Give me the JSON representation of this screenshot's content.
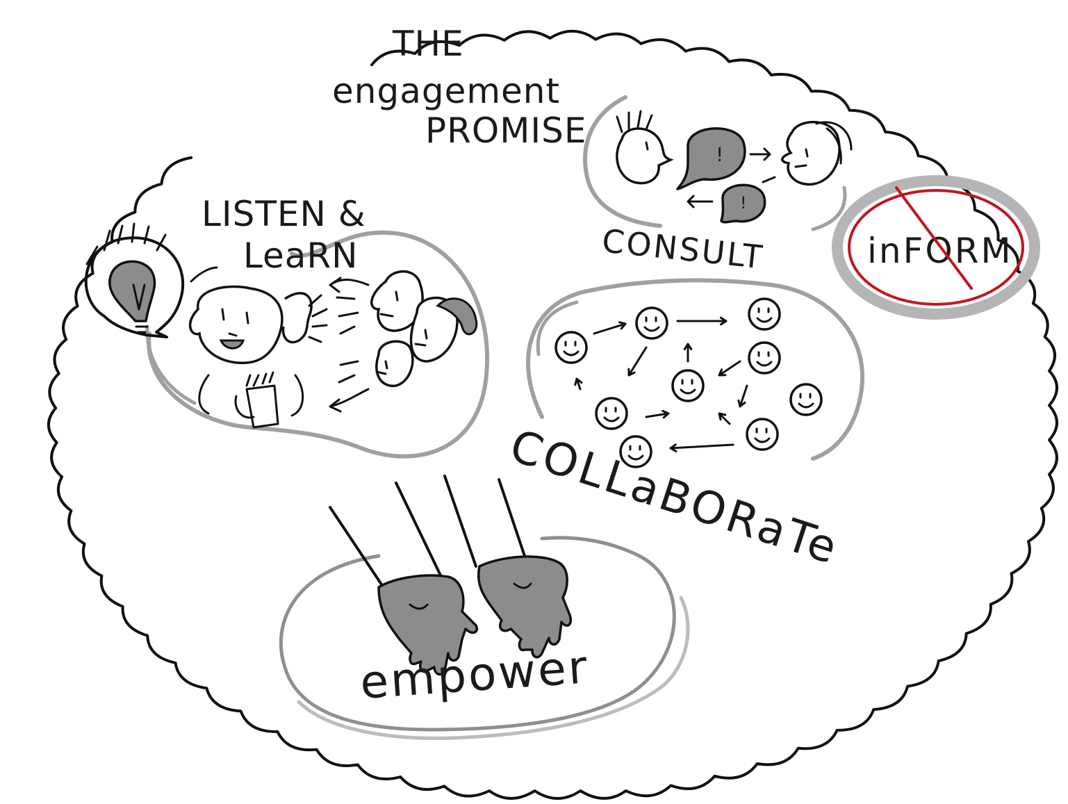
{
  "title": {
    "line1": "THE",
    "line2": "engagement",
    "line3": "PROMISE"
  },
  "sections": {
    "listen": {
      "line1": "LISTEN &",
      "line2": "LeaRN"
    },
    "consult": {
      "label": "CONSULT",
      "bubble_mark": "!"
    },
    "inform": {
      "label": "inFORM",
      "strike_color": "#c0161e"
    },
    "collaborate": {
      "label": "COLLaBORaTe"
    },
    "empower": {
      "label": "empower"
    }
  },
  "colors": {
    "ink": "#111111",
    "halo": "#a8a8a8",
    "shade": "#8c8c8c",
    "inform_red": "#c0161e"
  }
}
